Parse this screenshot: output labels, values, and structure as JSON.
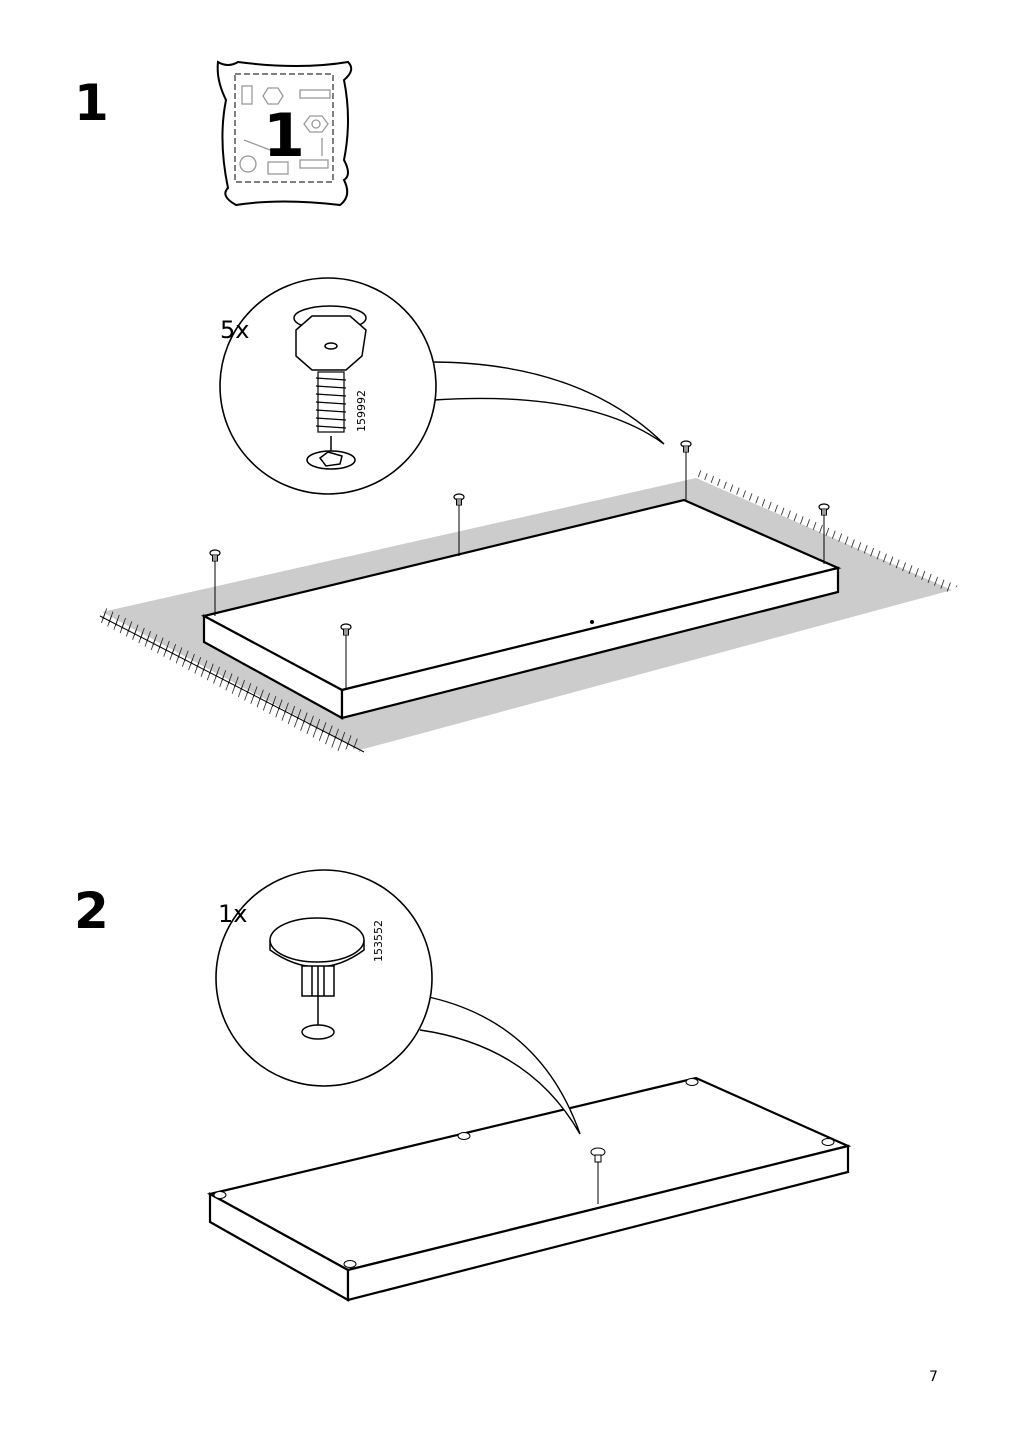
{
  "steps": [
    {
      "number": "1",
      "packet_label": "1",
      "callout": {
        "quantity": "5x",
        "part_number": "159992"
      }
    },
    {
      "number": "2",
      "callout": {
        "quantity": "1x",
        "part_number": "153552"
      }
    }
  ],
  "page_number": "7",
  "colors": {
    "ink": "#000000",
    "floor": "#cccccc",
    "paper": "#ffffff"
  }
}
